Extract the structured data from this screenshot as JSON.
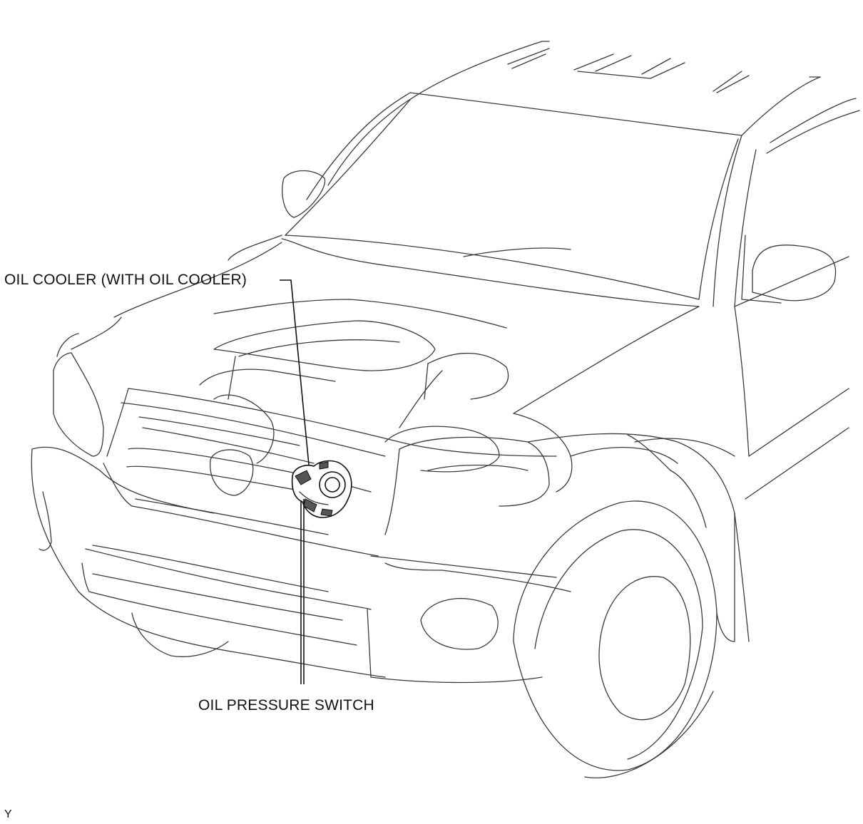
{
  "diagram": {
    "callouts": {
      "oil_cooler": "OIL COOLER (WITH OIL COOLER)",
      "oil_pressure_switch": "OIL PRESSURE SWITCH"
    },
    "corner_code": "Y",
    "colors": {
      "line_art": "#3a3a3a",
      "leader_lines": "#111111",
      "background": "#ffffff"
    },
    "icons": [
      "truck-line-drawing",
      "oil-pressure-switch-part",
      "oil-cooler-part"
    ]
  }
}
